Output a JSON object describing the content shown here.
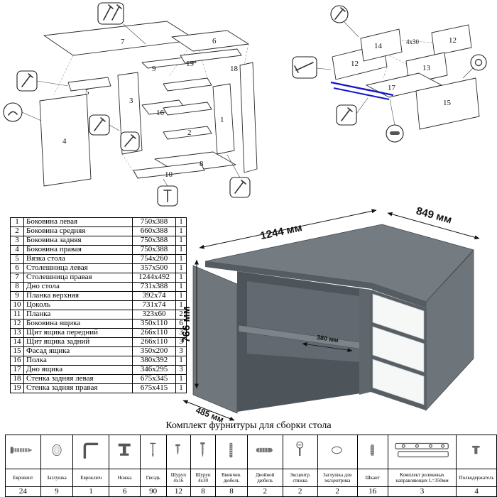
{
  "parts_table": {
    "rows": [
      {
        "num": "1",
        "name": "Боковина левая",
        "size": "750x388",
        "qty": "1"
      },
      {
        "num": "2",
        "name": "Боковина средняя",
        "size": "660x388",
        "qty": "1"
      },
      {
        "num": "3",
        "name": "Боковина задняя",
        "size": "750x388",
        "qty": "1"
      },
      {
        "num": "4",
        "name": "Боковина правая",
        "size": "750x388",
        "qty": "1"
      },
      {
        "num": "5",
        "name": "Вязка стола",
        "size": "754x260",
        "qty": "1"
      },
      {
        "num": "6",
        "name": "Столешница левая",
        "size": "357x500",
        "qty": "1"
      },
      {
        "num": "7",
        "name": "Столешница правая",
        "size": "1244x492",
        "qty": "1"
      },
      {
        "num": "8",
        "name": "Дно стола",
        "size": "731x388",
        "qty": "1"
      },
      {
        "num": "9",
        "name": "Планка верхняя",
        "size": "392x74",
        "qty": "1"
      },
      {
        "num": "10",
        "name": "Цоколь",
        "size": "731x74",
        "qty": "1"
      },
      {
        "num": "11",
        "name": "Планка",
        "size": "323x60",
        "qty": "2"
      },
      {
        "num": "12",
        "name": "Боковина ящика",
        "size": "350x110",
        "qty": "6"
      },
      {
        "num": "13",
        "name": "Щит ящика передний",
        "size": "266x110",
        "qty": "3"
      },
      {
        "num": "14",
        "name": "Щит ящика задний",
        "size": "266x110",
        "qty": "3"
      },
      {
        "num": "15",
        "name": "Фасад ящика",
        "size": "350x200",
        "qty": "3"
      },
      {
        "num": "16",
        "name": "Полка",
        "size": "380x392",
        "qty": "1"
      },
      {
        "num": "17",
        "name": "Дно ящика",
        "size": "346x295",
        "qty": "3"
      },
      {
        "num": "18",
        "name": "Стенка задняя левая",
        "size": "675x345",
        "qty": "1"
      },
      {
        "num": "19",
        "name": "Стенка задняя правая",
        "size": "675x415",
        "qty": "1"
      }
    ]
  },
  "desk": {
    "dims": {
      "width": "1244 мм",
      "depth": "849 мм",
      "height": "766 мм",
      "shelf": "380 мм",
      "side": "485 мм"
    },
    "colors": {
      "top": "#757c81",
      "drawer": "#f6f7f7",
      "side": "#6e757a",
      "interior": "#4d545a"
    }
  },
  "exploded": {
    "left": {
      "l7": "7",
      "l6": "6",
      "l9": "9",
      "l19": "19",
      "l18": "18",
      "l5": "5",
      "l3": "3",
      "l16": "16",
      "l2": "2",
      "l1": "1",
      "l4": "4",
      "l10": "10",
      "l8": "8"
    },
    "right": {
      "l14": "14",
      "l12a": "12",
      "l12b": "12",
      "l13": "13",
      "l17": "17",
      "l15": "15",
      "screw_label": "4x30",
      "rail_color": "#1414cc"
    }
  },
  "hardware": {
    "title": "Комплект фурнитуры для сборки стола",
    "items": [
      {
        "name": "Евровинт",
        "qty": "24",
        "icon": "confirmat-screw-icon"
      },
      {
        "name": "Заглушка",
        "qty": "9",
        "icon": "plug-cap-icon"
      },
      {
        "name": "Евроключ",
        "qty": "1",
        "icon": "hex-key-icon"
      },
      {
        "name": "Ножка",
        "qty": "6",
        "icon": "furniture-leg-icon"
      },
      {
        "name": "Гвоздь",
        "qty": "90",
        "icon": "nail-icon"
      },
      {
        "name": "Шуруп 4x16",
        "qty": "12",
        "icon": "screw-short-icon"
      },
      {
        "name": "Шуруп 4x30",
        "qty": "8",
        "icon": "screw-long-icon"
      },
      {
        "name": "Ввинчив. дюбель",
        "qty": "8",
        "icon": "threaded-dowel-icon"
      },
      {
        "name": "Двойной дюбель",
        "qty": "2",
        "icon": "double-dowel-icon"
      },
      {
        "name": "Эксцентр. стяжка",
        "qty": "2",
        "icon": "cam-lock-icon"
      },
      {
        "name": "Заглушка для эксцентрика",
        "qty": "2",
        "icon": "cam-cap-icon"
      },
      {
        "name": "Шкант",
        "qty": "16",
        "icon": "wood-dowel-icon"
      },
      {
        "name": "Комплект роликовых направляющих L=350мм",
        "qty": "3",
        "icon": "drawer-slides-icon"
      },
      {
        "name": "Полкодержатель",
        "qty": "4",
        "icon": "shelf-support-icon"
      }
    ]
  }
}
